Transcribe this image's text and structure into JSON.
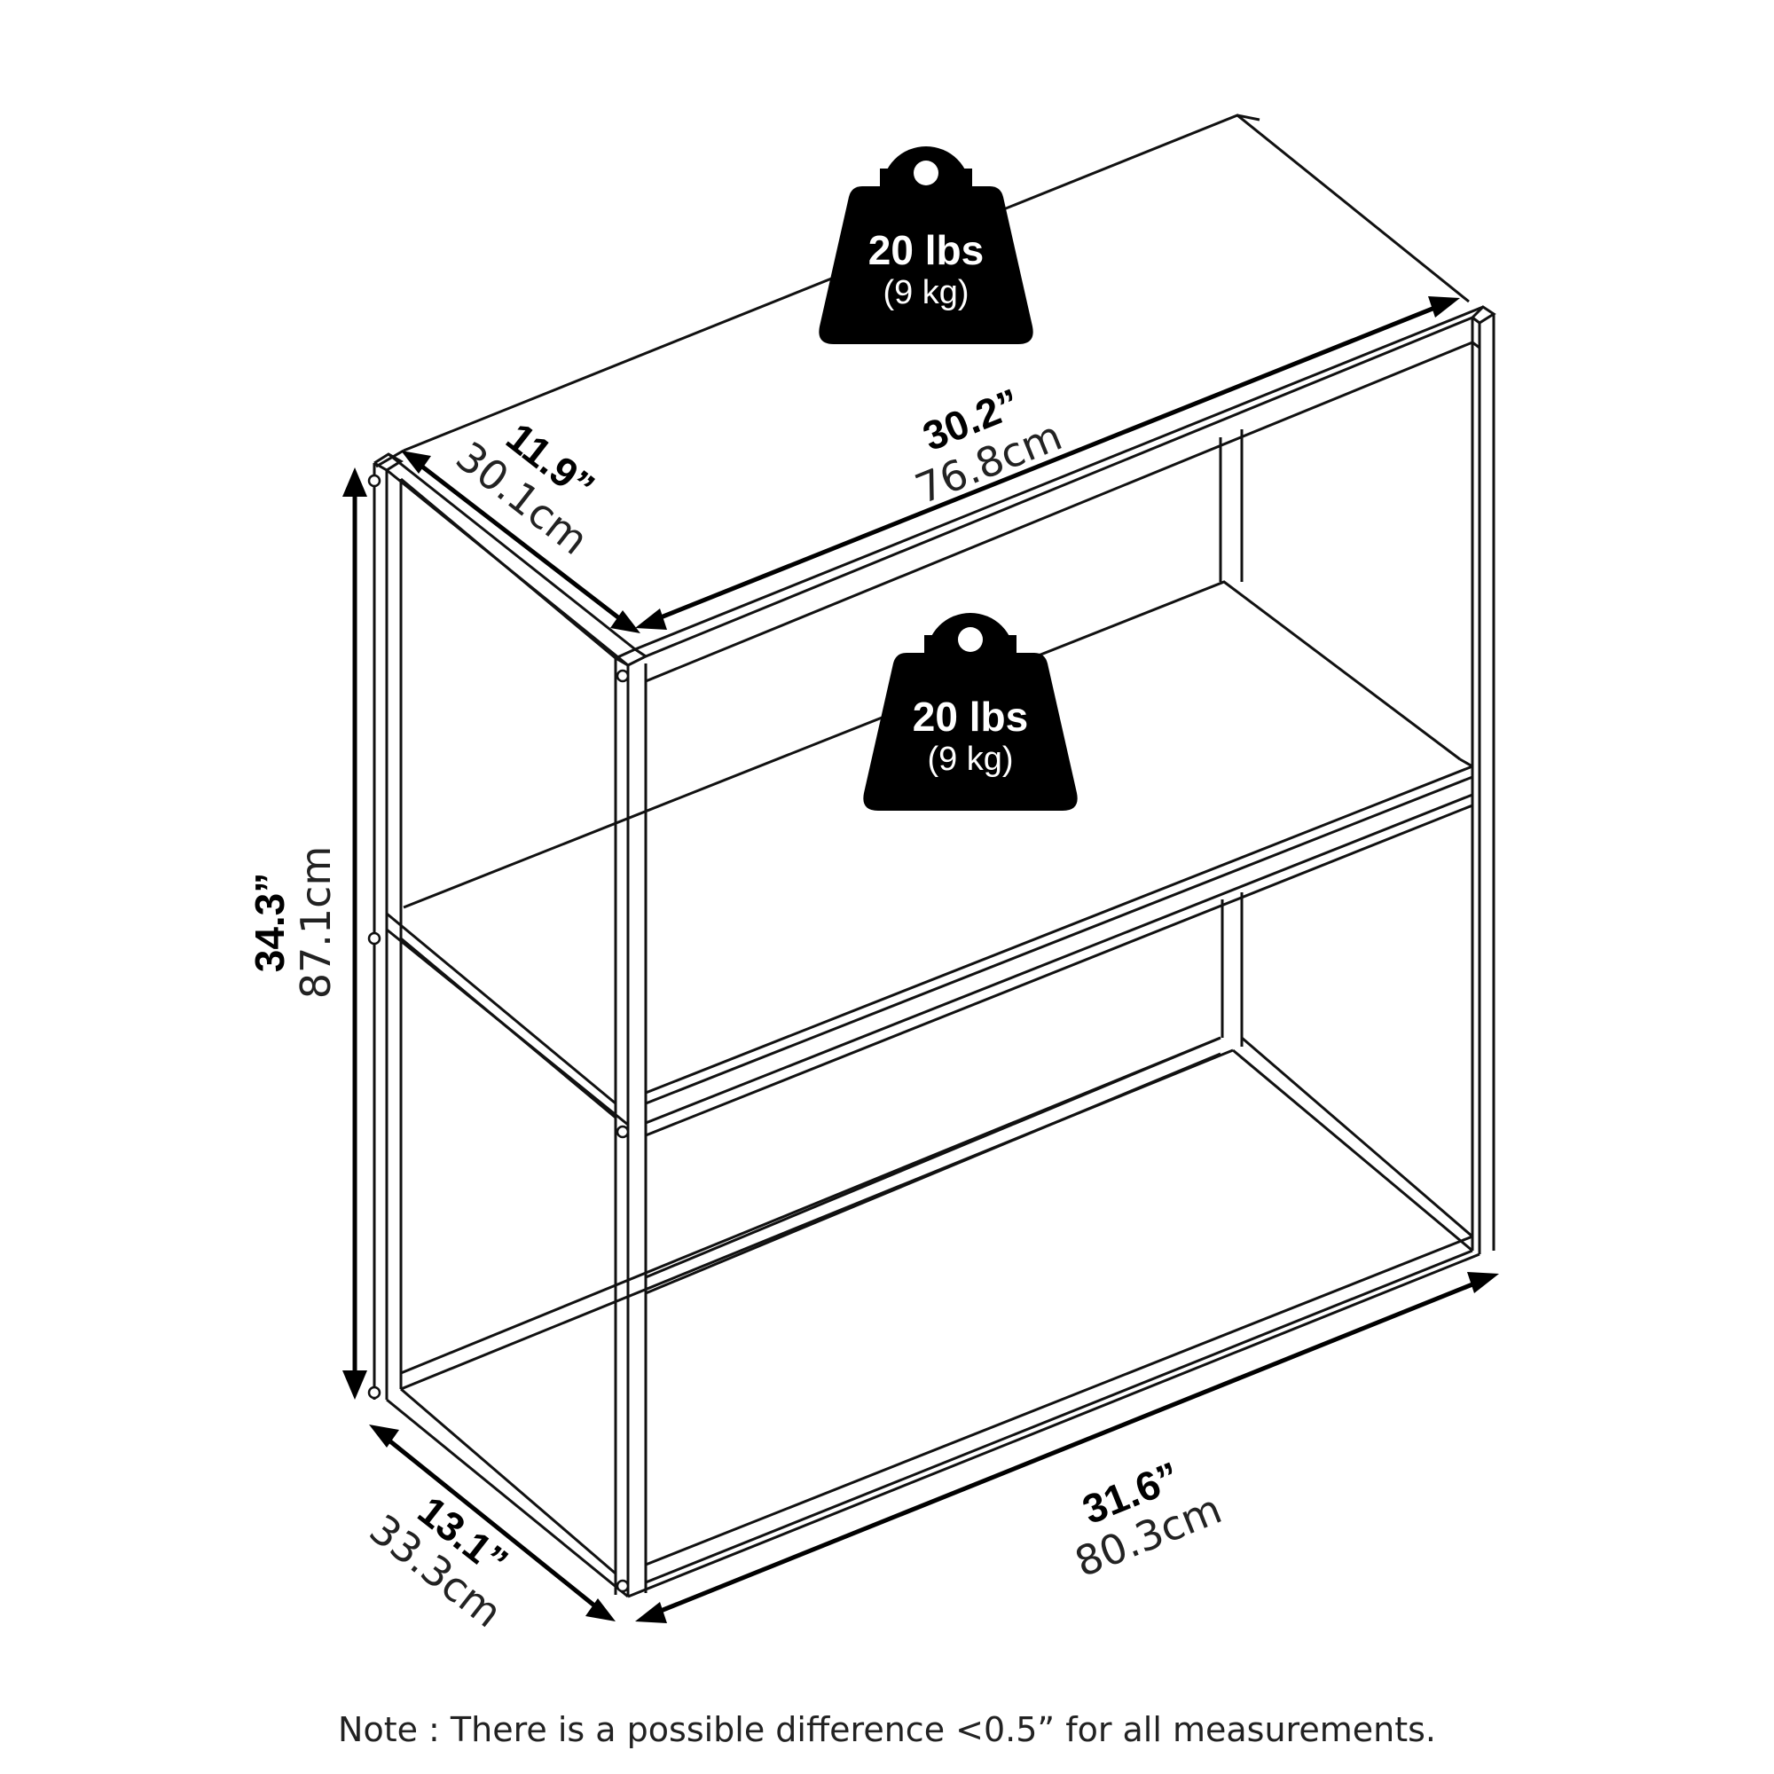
{
  "weights": {
    "top": {
      "main": "20 lbs",
      "sub": "(9 kg)"
    },
    "shelf": {
      "main": "20 lbs",
      "sub": "(9 kg)"
    }
  },
  "dimensions": {
    "top_depth": {
      "imperial": "11.9”",
      "metric": "30.1cm"
    },
    "top_width": {
      "imperial": "30.2”",
      "metric": "76.8cm"
    },
    "height": {
      "imperial": "34.3”",
      "metric": "87.1cm"
    },
    "base_depth": {
      "imperial": "13.1”",
      "metric": "33.3cm"
    },
    "base_width": {
      "imperial": "31.6”",
      "metric": "80.3cm"
    }
  },
  "note": "Note : There is a possible difference <0.5” for all measurements."
}
